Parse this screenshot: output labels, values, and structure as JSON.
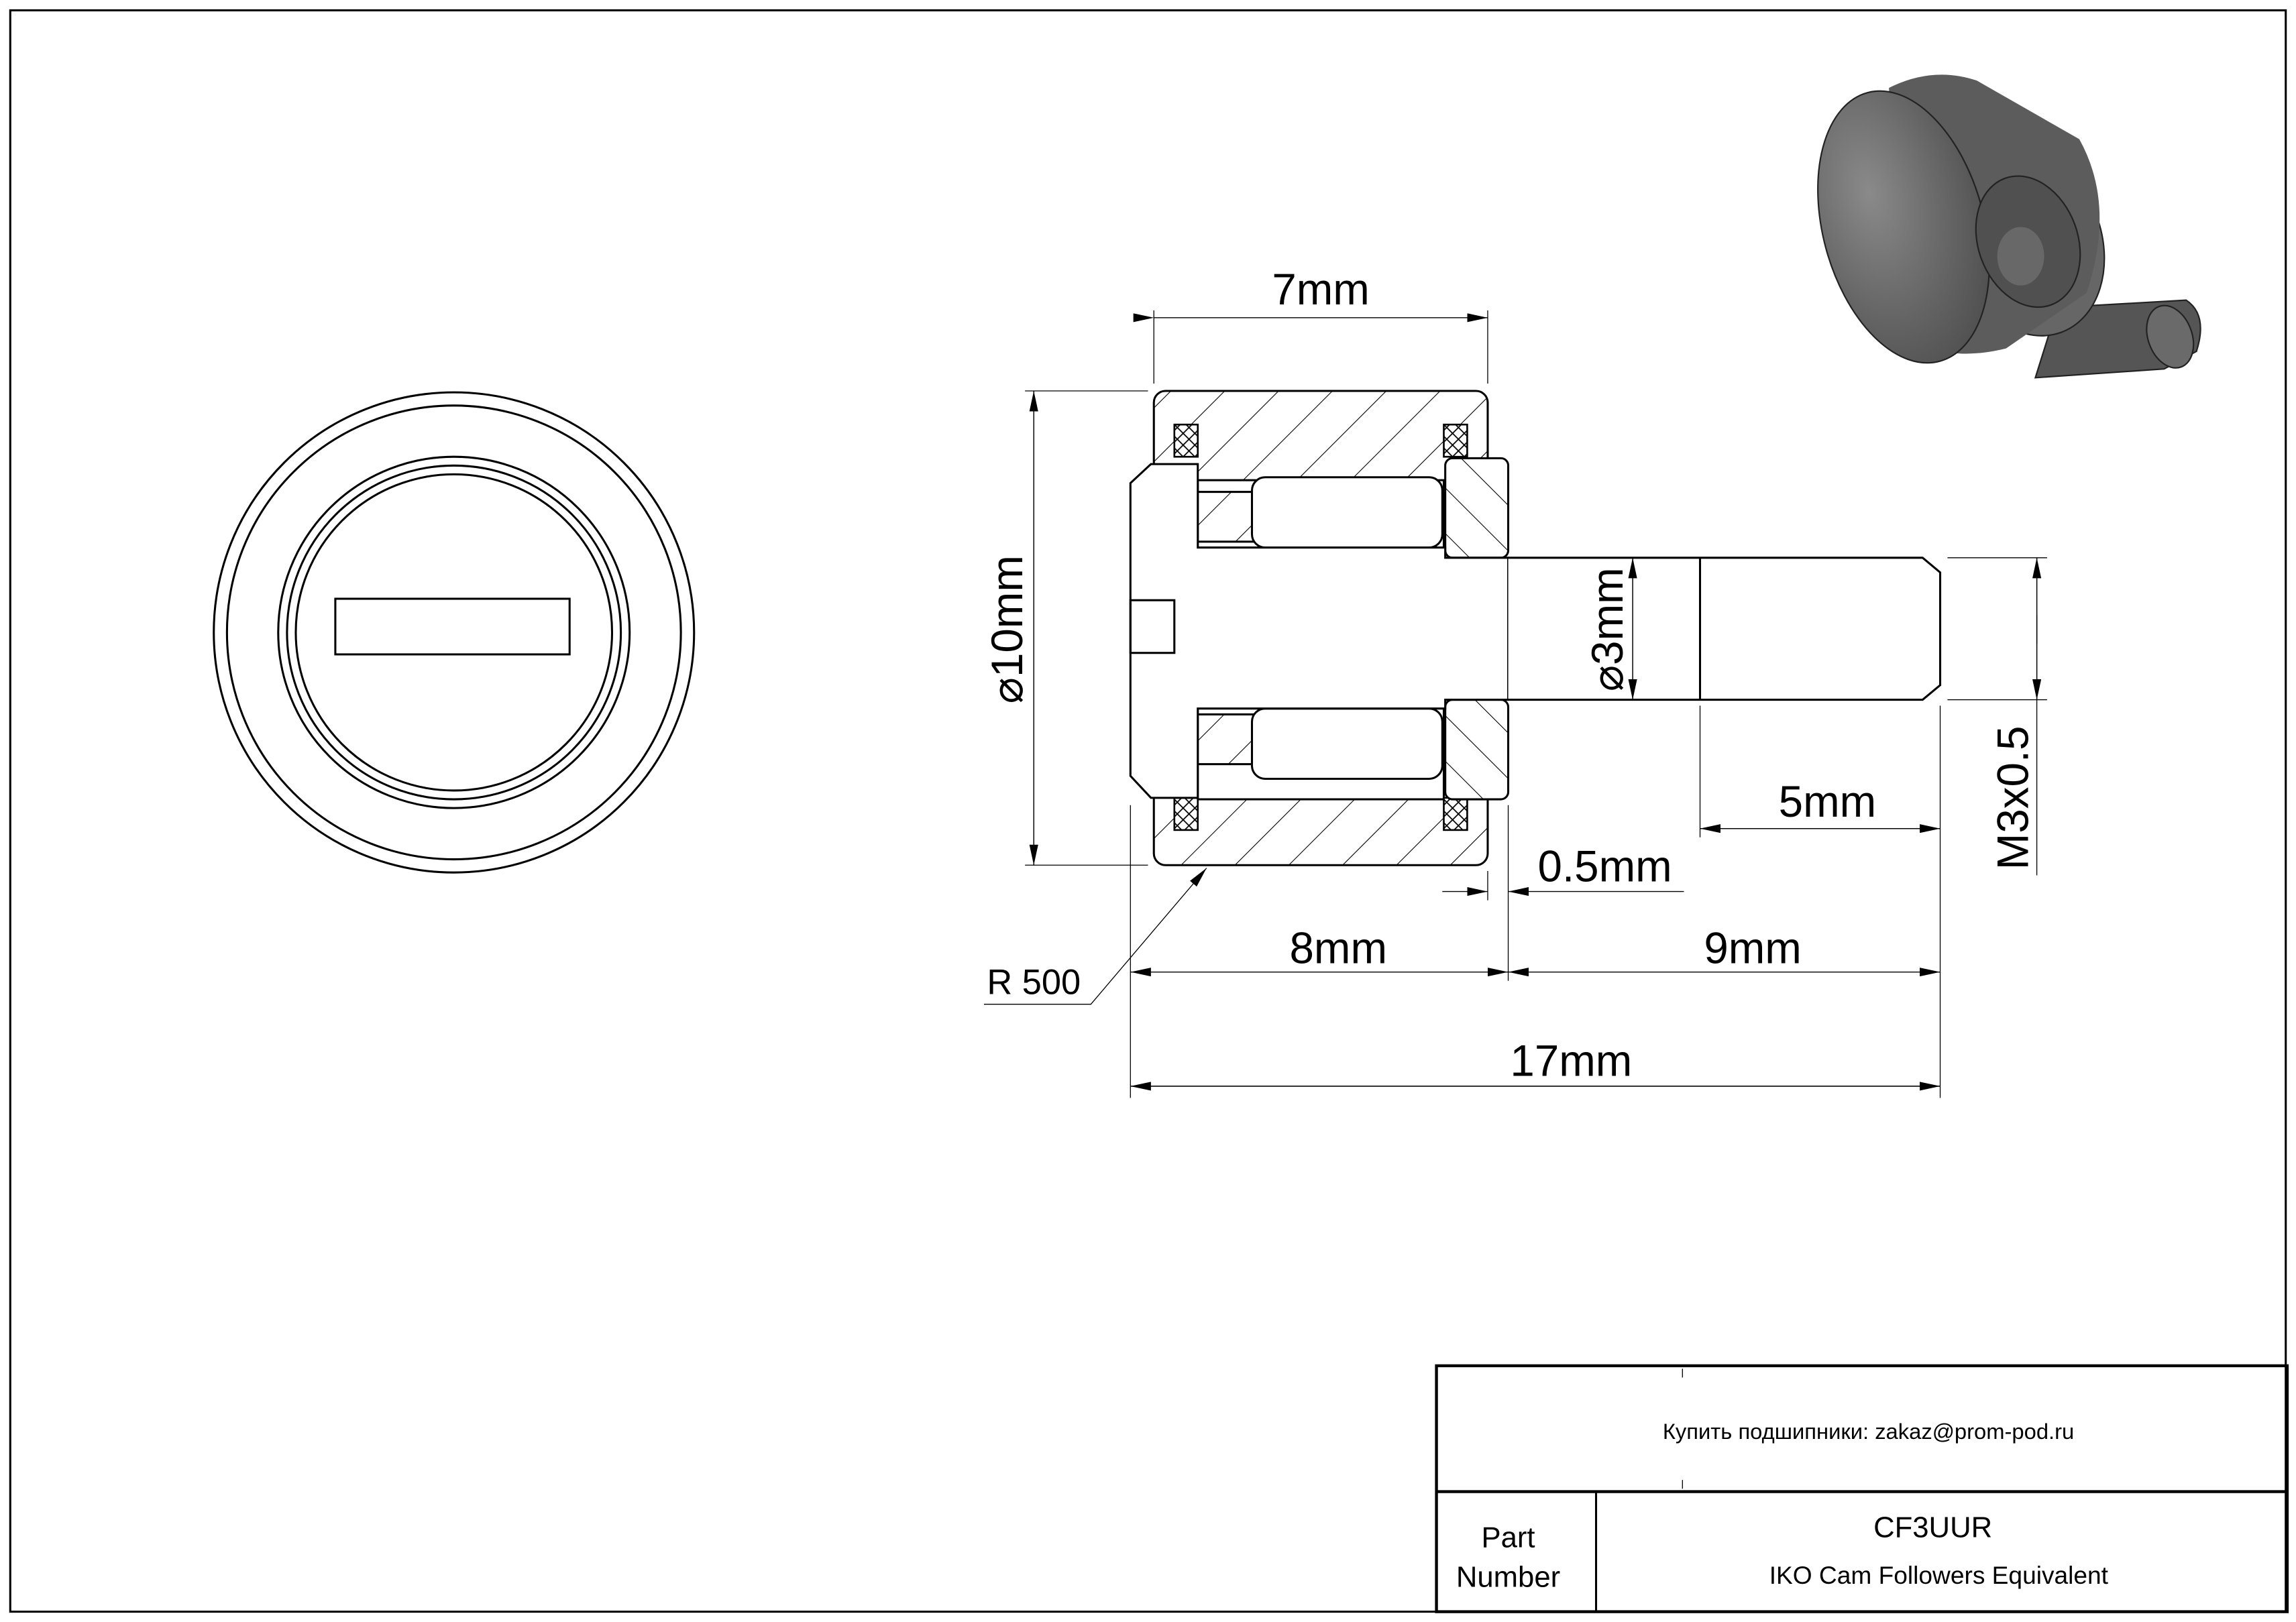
{
  "dimensions": {
    "width_top": "7mm",
    "outer_diameter": "10mm",
    "stud_diameter": "3mm",
    "thread": "M3x0.5",
    "thread_length": "5mm",
    "flange_gap": "0.5mm",
    "head_length": "8mm",
    "stud_length": "9mm",
    "total_length": "17mm",
    "radius": "R 500"
  },
  "title_block": {
    "contact": "Купить подшипники: zakaz@prom-pod.ru",
    "part_label_1": "Part",
    "part_label_2": "Number",
    "part_number": "CF3UUR",
    "description": "IKO Cam Followers Equivalent"
  }
}
